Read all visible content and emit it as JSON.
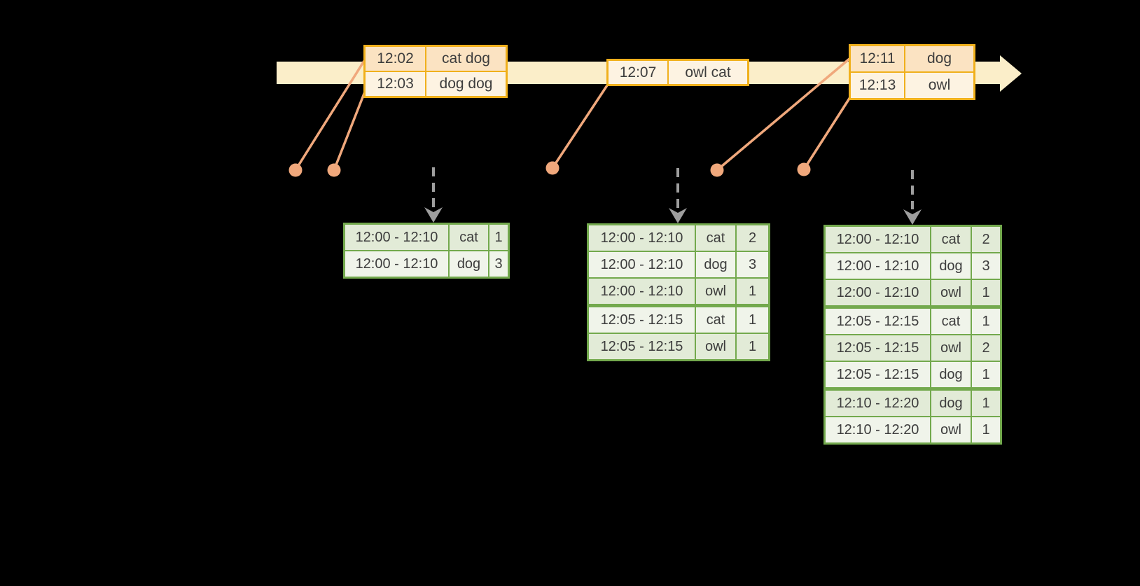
{
  "colors": {
    "background": "#000000",
    "timeline_band": "#fbeec9",
    "event_table_border": "#f0b01c",
    "event_row_peach": "#fbe3c2",
    "event_row_cream": "#fdf3e2",
    "marker_salmon": "#f0a87c",
    "trigger_arrow_gray": "#9e9e9e",
    "result_table_border": "#73a94d",
    "result_row_dark": "#e2ebd7",
    "result_row_light": "#f0f4ea",
    "text": "#3d3d3d"
  },
  "event_tables": [
    {
      "rows": [
        {
          "time": "12:02",
          "words": "cat dog"
        },
        {
          "time": "12:03",
          "words": "dog dog"
        }
      ]
    },
    {
      "rows": [
        {
          "time": "12:07",
          "words": "owl cat"
        }
      ]
    },
    {
      "rows": [
        {
          "time": "12:11",
          "words": "dog"
        },
        {
          "time": "12:13",
          "words": "owl"
        }
      ]
    }
  ],
  "result_tables": [
    {
      "rows": [
        {
          "window": "12:00 - 12:10",
          "word": "cat",
          "count": "1"
        },
        {
          "window": "12:00 - 12:10",
          "word": "dog",
          "count": "3"
        }
      ]
    },
    {
      "rows": [
        {
          "window": "12:00 - 12:10",
          "word": "cat",
          "count": "2"
        },
        {
          "window": "12:00 - 12:10",
          "word": "dog",
          "count": "3"
        },
        {
          "window": "12:00 - 12:10",
          "word": "owl",
          "count": "1"
        },
        {
          "window": "12:05 - 12:15",
          "word": "cat",
          "count": "1"
        },
        {
          "window": "12:05 - 12:15",
          "word": "owl",
          "count": "1"
        }
      ]
    },
    {
      "rows": [
        {
          "window": "12:00 - 12:10",
          "word": "cat",
          "count": "2"
        },
        {
          "window": "12:00 - 12:10",
          "word": "dog",
          "count": "3"
        },
        {
          "window": "12:00 - 12:10",
          "word": "owl",
          "count": "1"
        },
        {
          "window": "12:05 - 12:15",
          "word": "cat",
          "count": "1"
        },
        {
          "window": "12:05 - 12:15",
          "word": "owl",
          "count": "2"
        },
        {
          "window": "12:05 - 12:15",
          "word": "dog",
          "count": "1"
        },
        {
          "window": "12:10 - 12:20",
          "word": "dog",
          "count": "1"
        },
        {
          "window": "12:10 - 12:20",
          "word": "owl",
          "count": "1"
        }
      ]
    }
  ]
}
